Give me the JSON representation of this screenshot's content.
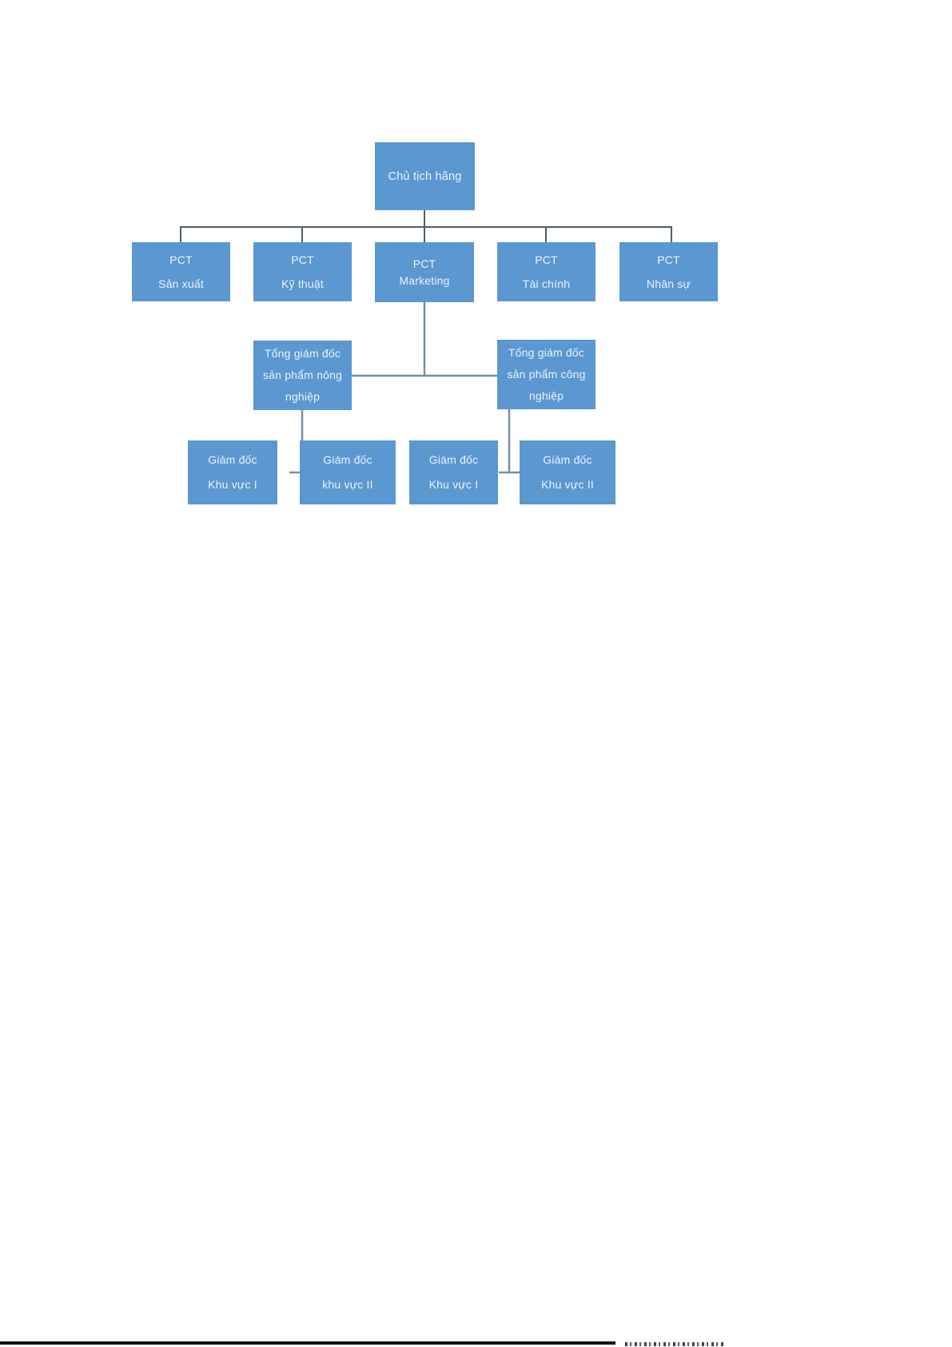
{
  "diagram": {
    "type": "org-chart",
    "colors": {
      "node_fill": "#5b97d0",
      "node_text": "#eef4fb",
      "connector_top": "#4f5e69",
      "connector_lower": "#74909f",
      "footer_divider": "#101010"
    },
    "nodes": [
      {
        "id": "chu-tich-hang",
        "level": 1,
        "label": "Chủ tịch hãng"
      },
      {
        "id": "pct-san-xuat",
        "level": 2,
        "label": "PCT\nSản xuất"
      },
      {
        "id": "pct-ky-thuat",
        "level": 2,
        "label": "PCT\nKỹ thuật"
      },
      {
        "id": "pct-marketing",
        "level": 2,
        "label": "PCT\nMarketing"
      },
      {
        "id": "pct-tai-chinh",
        "level": 2,
        "label": "PCT\nTài chính"
      },
      {
        "id": "pct-nhan-su",
        "level": 2,
        "label": "PCT\nNhân sự"
      },
      {
        "id": "tgd-nong-nghiep",
        "level": 3,
        "label": "Tổng giám đốc\nsản phẩm nông\nnghiệp"
      },
      {
        "id": "tgd-cong-nghiep",
        "level": 3,
        "label": "Tổng giám đốc\nsản phẩm công\nnghiệp"
      },
      {
        "id": "gd-khu-vuc-1-nong",
        "level": 4,
        "label": "Giám đốc\nKhu vực I"
      },
      {
        "id": "gd-khu-vuc-2-nong",
        "level": 4,
        "label": "Giám đốc\nkhu vực II"
      },
      {
        "id": "gd-khu-vuc-1-cong",
        "level": 4,
        "label": "Giám đốc\nKhu vực I"
      },
      {
        "id": "gd-khu-vuc-2-cong",
        "level": 4,
        "label": "Giám đốc\nKhu vực II"
      }
    ],
    "edges": [
      {
        "from": "chu-tich-hang",
        "to": "pct-san-xuat"
      },
      {
        "from": "chu-tich-hang",
        "to": "pct-ky-thuat"
      },
      {
        "from": "chu-tich-hang",
        "to": "pct-marketing"
      },
      {
        "from": "chu-tich-hang",
        "to": "pct-tai-chinh"
      },
      {
        "from": "chu-tich-hang",
        "to": "pct-nhan-su"
      },
      {
        "from": "pct-marketing",
        "to": "tgd-nong-nghiep"
      },
      {
        "from": "pct-marketing",
        "to": "tgd-cong-nghiep"
      },
      {
        "from": "tgd-nong-nghiep",
        "to": "gd-khu-vuc-1-nong"
      },
      {
        "from": "tgd-nong-nghiep",
        "to": "gd-khu-vuc-2-nong"
      },
      {
        "from": "tgd-cong-nghiep",
        "to": "gd-khu-vuc-1-cong"
      },
      {
        "from": "tgd-cong-nghiep",
        "to": "gd-khu-vuc-2-cong"
      }
    ]
  }
}
